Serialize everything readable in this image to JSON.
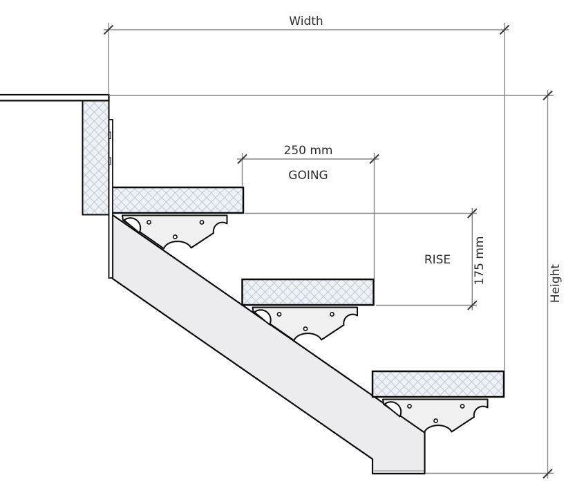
{
  "drawing": {
    "type": "stair-section-technical-drawing",
    "dimensions": {
      "width": {
        "label": "Width"
      },
      "height": {
        "label": "Height"
      },
      "going": {
        "value": "250 mm",
        "label": "GOING"
      },
      "rise": {
        "label": "RISE",
        "value": "175 mm"
      }
    },
    "counts": {
      "treads_visible": "3"
    },
    "colors": {
      "background": "#ffffff",
      "outline": "#0b0b0b",
      "dimension_line": "#868686",
      "dimension_tick": "#3a3a3a",
      "dimension_text": "#2d2d2d",
      "hatch_fill": "#eef1f5",
      "hatch_line": "#c3ccd5",
      "stringer_fill": "#ececee",
      "bracket_fill": "#f0f0f1"
    }
  }
}
